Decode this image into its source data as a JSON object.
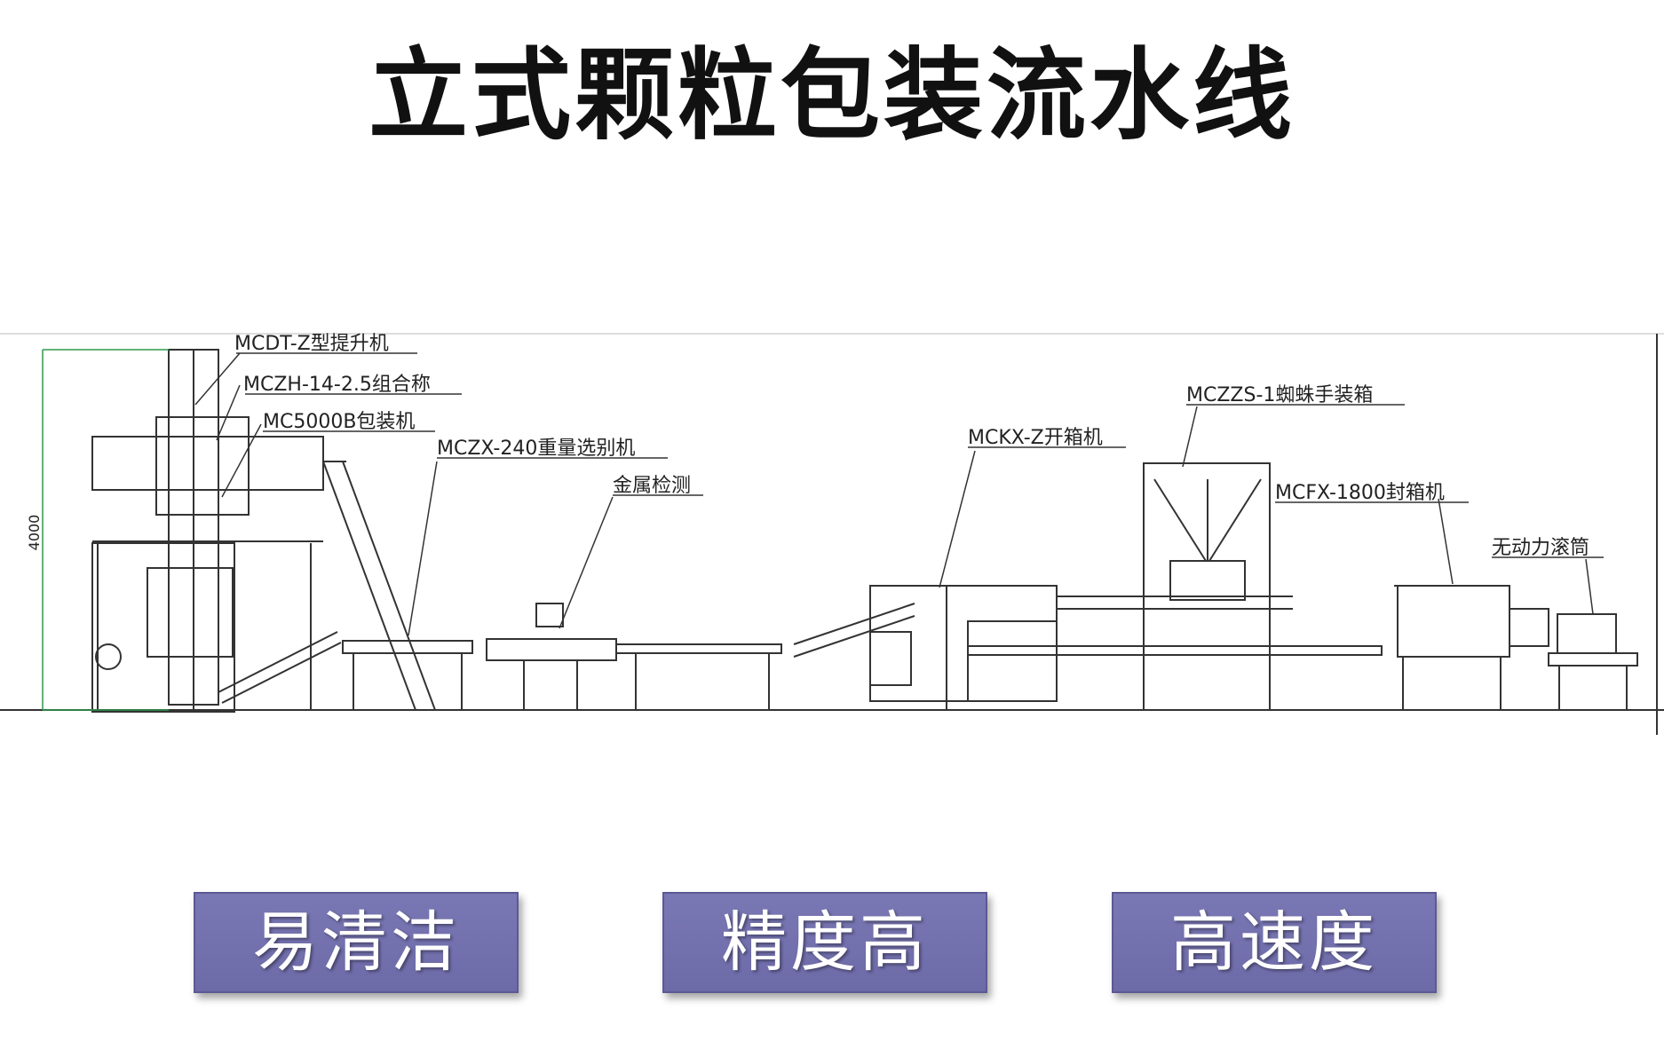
{
  "title": "立式颗粒包装流水线",
  "dimension_label": "4000",
  "labels": {
    "elevator": "MCDT-Z型提升机",
    "weigher": "MCZH-14-2.5组合称",
    "packer": "MC5000B包装机",
    "checkweigher": "MCZX-240重量选别机",
    "metal_detector": "金属检测",
    "case_erector": "MCKX-Z开箱机",
    "spider_packer": "MCZZS-1蜘蛛手装箱",
    "case_sealer": "MCFX-1800封箱机",
    "roller": "无动力滚筒"
  },
  "features": [
    "易清洁",
    "精度高",
    "高速度"
  ],
  "colors": {
    "button": "#6f6cab",
    "dimension_line": "#2e9a4c",
    "drawing": "#333333"
  }
}
